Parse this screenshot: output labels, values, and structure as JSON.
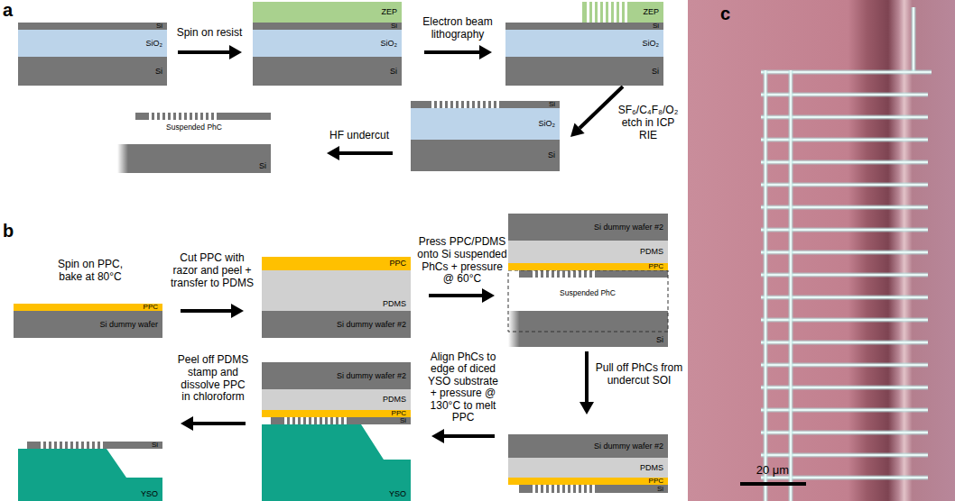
{
  "diagram": {
    "nodes": [
      {
        "text": [
          "Si"
        ]
      },
      {
        "text": [
          "SiO₂"
        ]
      },
      {
        "text": [
          "Si"
        ]
      },
      {
        "text": [
          "ZEP"
        ]
      },
      {
        "text": [
          "Si"
        ]
      },
      {
        "text": [
          "SiO₂"
        ]
      },
      {
        "text": [
          "Si"
        ]
      },
      {
        "text": [
          "ZEP"
        ]
      },
      {
        "text": [
          "Si"
        ]
      },
      {
        "text": [
          "SiO₂"
        ]
      },
      {
        "text": [
          "Si"
        ]
      },
      {
        "text": [
          "Si"
        ]
      },
      {
        "text": [
          "SiO₂"
        ]
      },
      {
        "text": [
          "Si"
        ]
      },
      {
        "text": [
          "Si"
        ]
      },
      {
        "text": [
          "PPC"
        ]
      },
      {
        "text": [
          "Si dummy wafer"
        ]
      },
      {
        "text": [
          "PPC"
        ]
      },
      {
        "text": [
          "PDMS"
        ]
      },
      {
        "text": [
          "Si dummy wafer #2"
        ]
      },
      {
        "text": [
          "Si dummy wafer #2"
        ]
      },
      {
        "text": [
          "PDMS"
        ]
      },
      {
        "text": [
          "PPC"
        ]
      },
      {
        "text": [
          "Si"
        ]
      },
      {
        "text": [
          "Si dummy wafer #2"
        ]
      },
      {
        "text": [
          "PDMS"
        ]
      },
      {
        "text": [
          "PPC"
        ]
      },
      {
        "text": [
          "Si"
        ]
      },
      {
        "text": [
          "Si dummy wafer #2"
        ]
      },
      {
        "text": [
          "PDMS"
        ]
      },
      {
        "text": [
          "PPC"
        ]
      },
      {
        "text": [
          "Si"
        ]
      },
      {
        "text": [
          "YSO"
        ]
      },
      {
        "text": [
          "Si"
        ]
      },
      {
        "text": [
          "YSO"
        ]
      }
    ],
    "labels": [
      "a",
      "Spin on resist",
      "Electron beam lithography",
      "SF₆/C₄F₈/O₂ etch in ICP RIE",
      "HF undercut",
      "Suspended PhC",
      "b",
      "Spin on PPC, bake at 80°C",
      "Cut PPC with razor and peel + transfer to PDMS",
      "Press PPC/PDMS onto Si suspended PhCs + pressure @ 60°C",
      "Suspended PhC",
      "Pull off PhCs from undercut SOI",
      "Align PhCs to edge of diced YSO substrate + pressure @ 130°C to melt PPC",
      "Peel off PDMS stamp and dissolve PPC in chloroform",
      "c",
      "20 μm"
    ]
  }
}
